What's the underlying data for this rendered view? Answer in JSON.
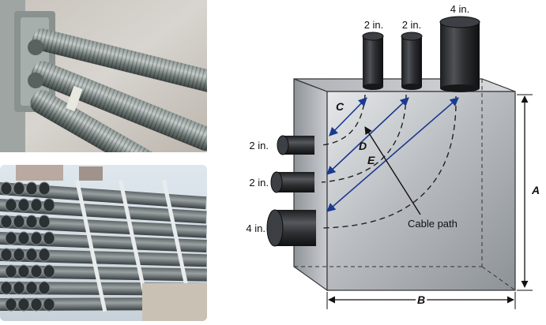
{
  "photos": {
    "top": {
      "subject": "corrugated-conduits-into-junction-box"
    },
    "bottom": {
      "subject": "stacked-pvc-conduit-pipes"
    }
  },
  "diagram": {
    "top_conduits": [
      "2 in.",
      "2 in.",
      "4 in."
    ],
    "side_conduits": [
      "2 in.",
      "2 in.",
      "4 in."
    ],
    "dimensions": {
      "C": "C",
      "D": "D",
      "E": "E",
      "A": "A",
      "B": "B"
    },
    "cable_path_label": "Cable path"
  }
}
